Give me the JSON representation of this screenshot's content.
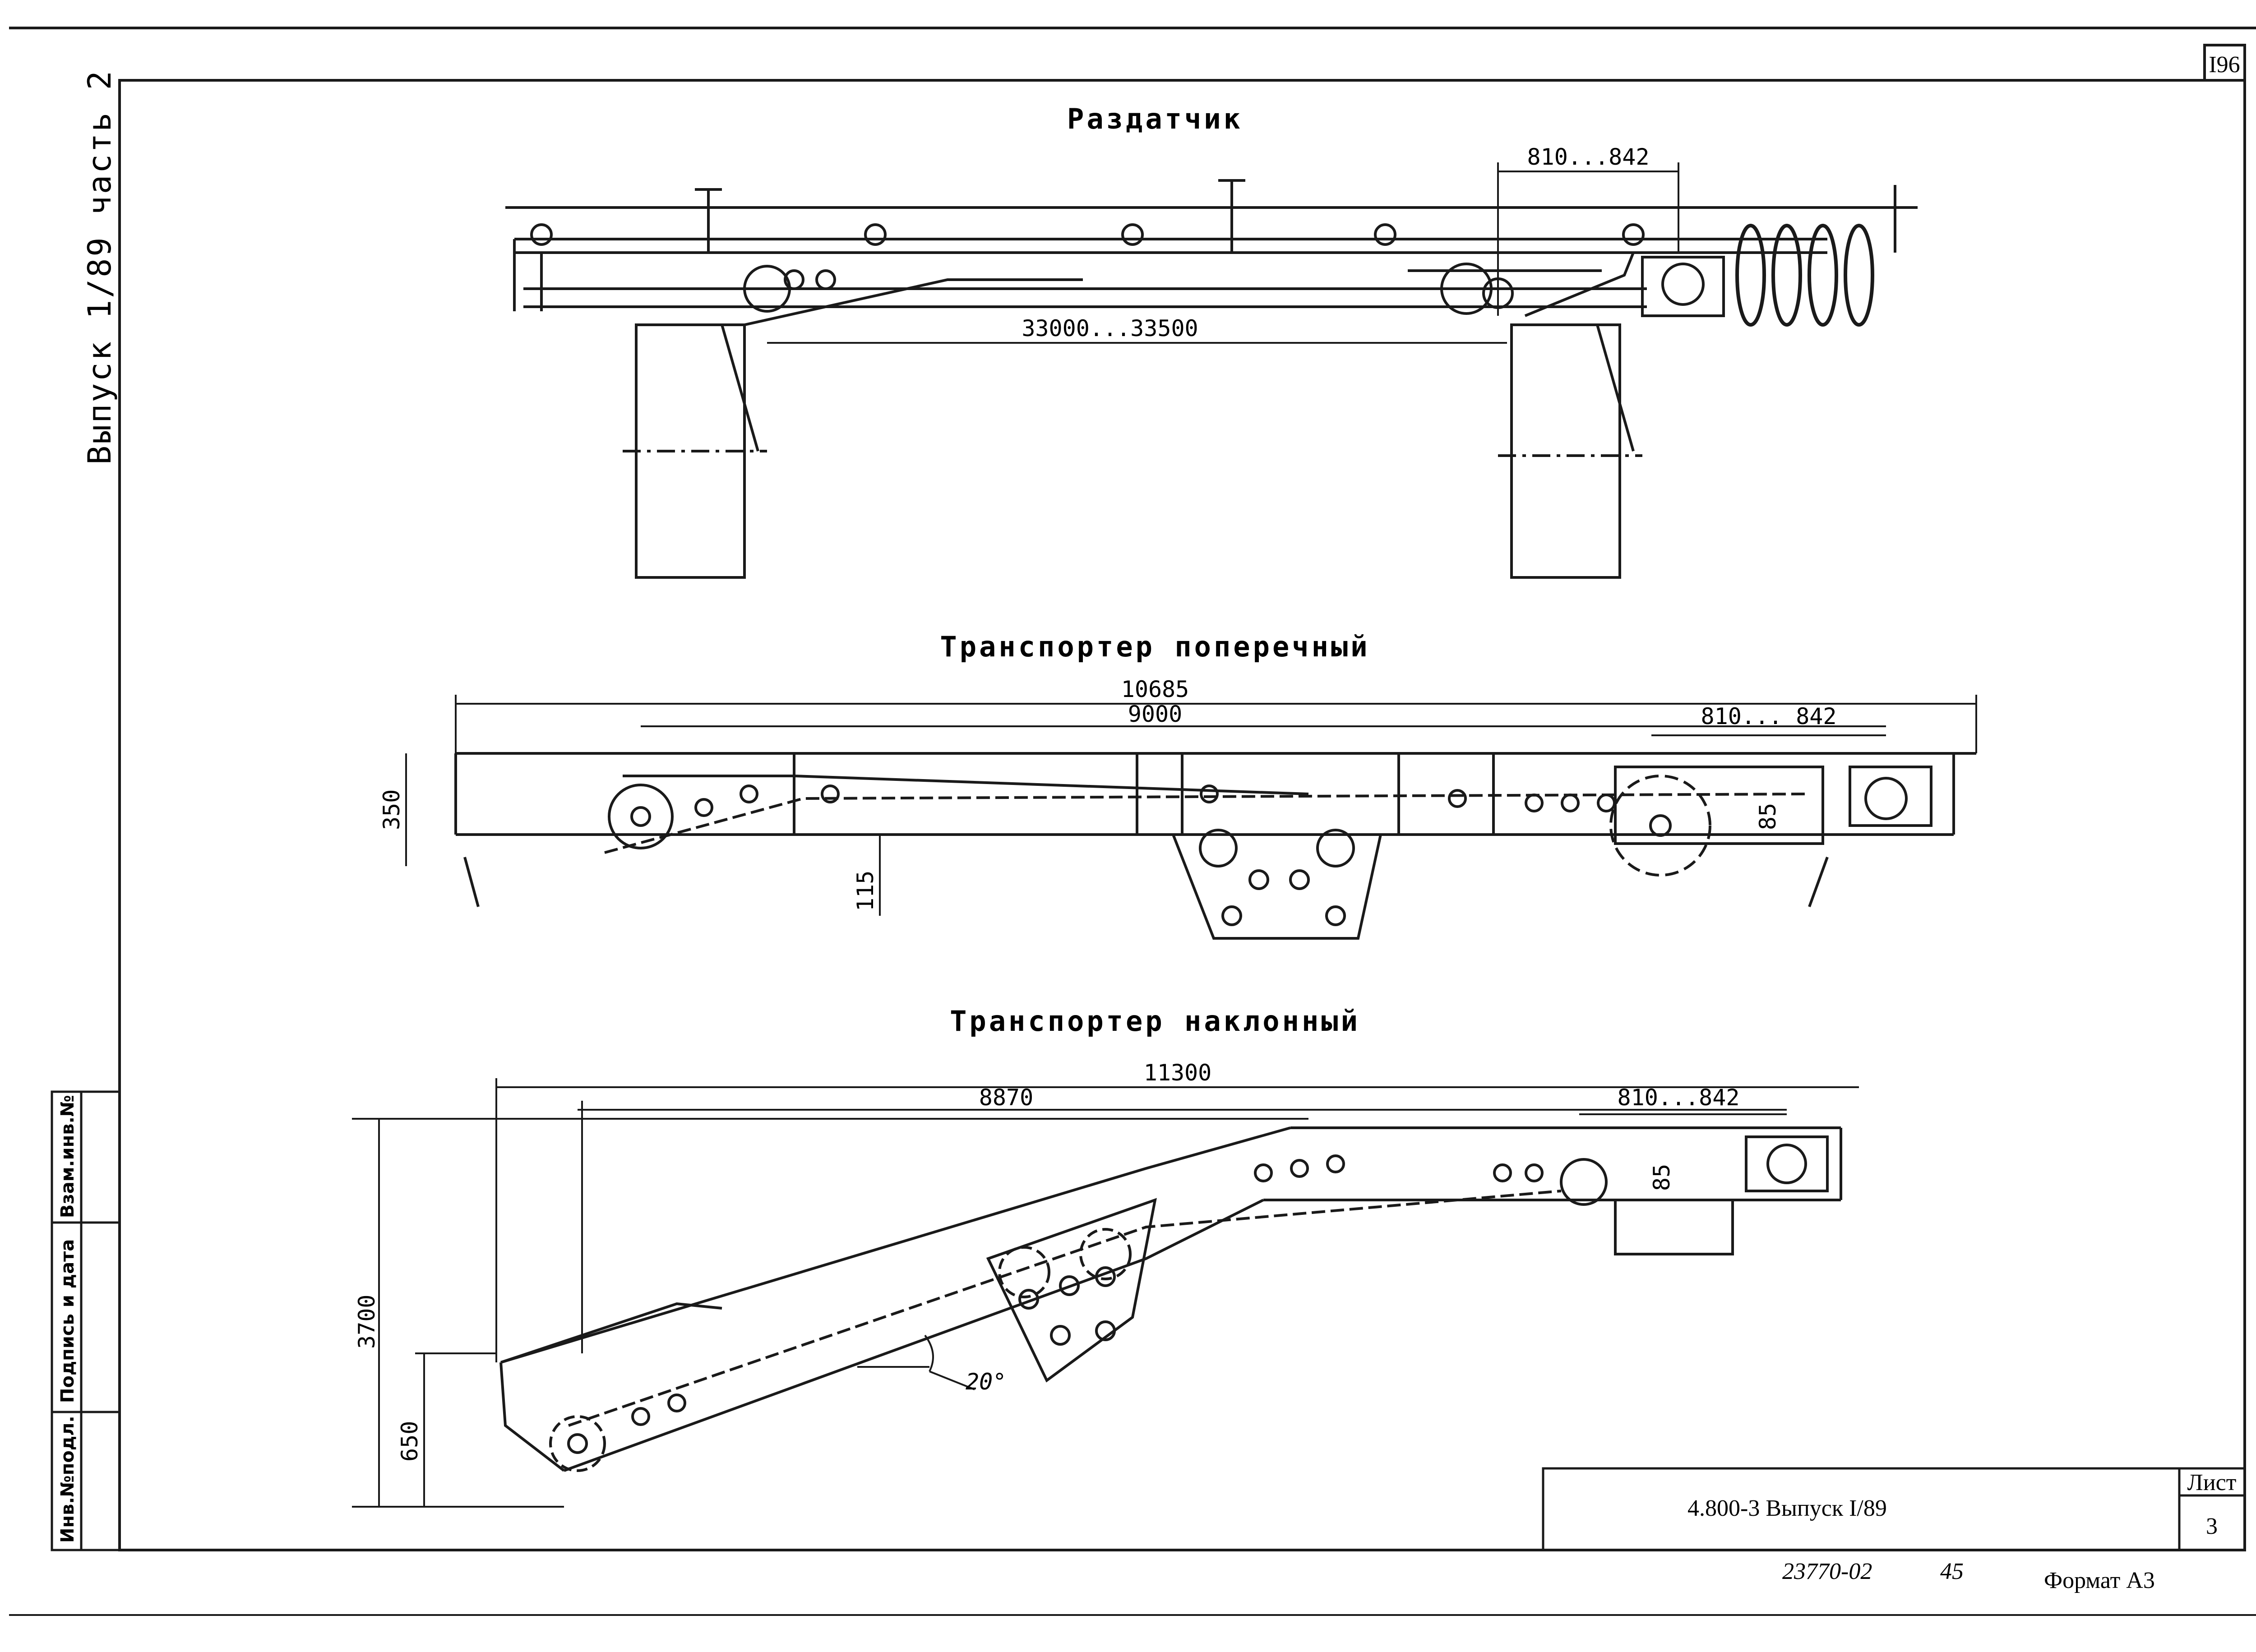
{
  "sheet": {
    "page_number": "I96",
    "vertical_title": "Выпуск 1/89 часть 2",
    "stamp_boxes": [
      "Инв.№подл.",
      "Подпись и дата",
      "Взам.инв.№"
    ],
    "doc_code": "4.800-3 Выпуск I/89",
    "sheet_label": "Лист",
    "sheet_number": "3",
    "bottom_number": "23770-02",
    "bottom_copy": "45",
    "format": "Формат А3"
  },
  "views": {
    "distributor": {
      "title": "Раздатчик",
      "dim_top": "810...842",
      "dim_span": "33000...33500"
    },
    "transverse": {
      "title": "Транспортер поперечный",
      "dim_total": "10685",
      "dim_inner": "9000",
      "dim_drive": "810... 842",
      "dim_height": "350",
      "dim_low": "115",
      "dim_small": "85"
    },
    "inclined": {
      "title": "Транспортер наклонный",
      "dim_total": "11300",
      "dim_inner": "8870",
      "dim_drive": "810...842",
      "dim_height": "3700",
      "dim_low": "650",
      "dim_small": "85",
      "angle": "20°"
    }
  }
}
